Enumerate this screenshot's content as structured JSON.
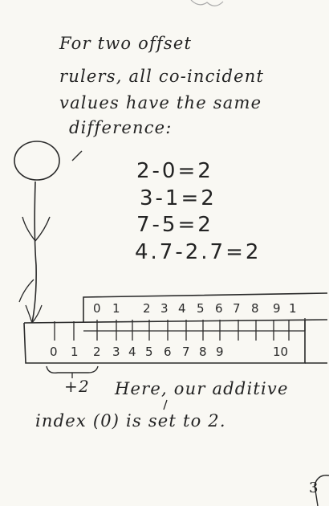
{
  "text": {
    "line1": "For two offset",
    "line2": "rulers, all co-incident",
    "line3": "values have the same",
    "line4": "difference:"
  },
  "equations": [
    "2-0=2",
    "3-1=2",
    "7-5=2",
    "4.7-2.7=2"
  ],
  "top_ruler_numbers": [
    "0",
    "1",
    "2",
    "3",
    "4",
    "5",
    "6",
    "7",
    "8",
    "9",
    "1"
  ],
  "bottom_ruler_numbers": [
    "0",
    "1",
    "2",
    "3",
    "4",
    "5",
    "6",
    "7",
    "8",
    "9",
    "10"
  ],
  "offset_label": "+2",
  "caption": {
    "line1": "Here, our additive",
    "line2": "index (0) is set to 2."
  },
  "page_number": "3"
}
